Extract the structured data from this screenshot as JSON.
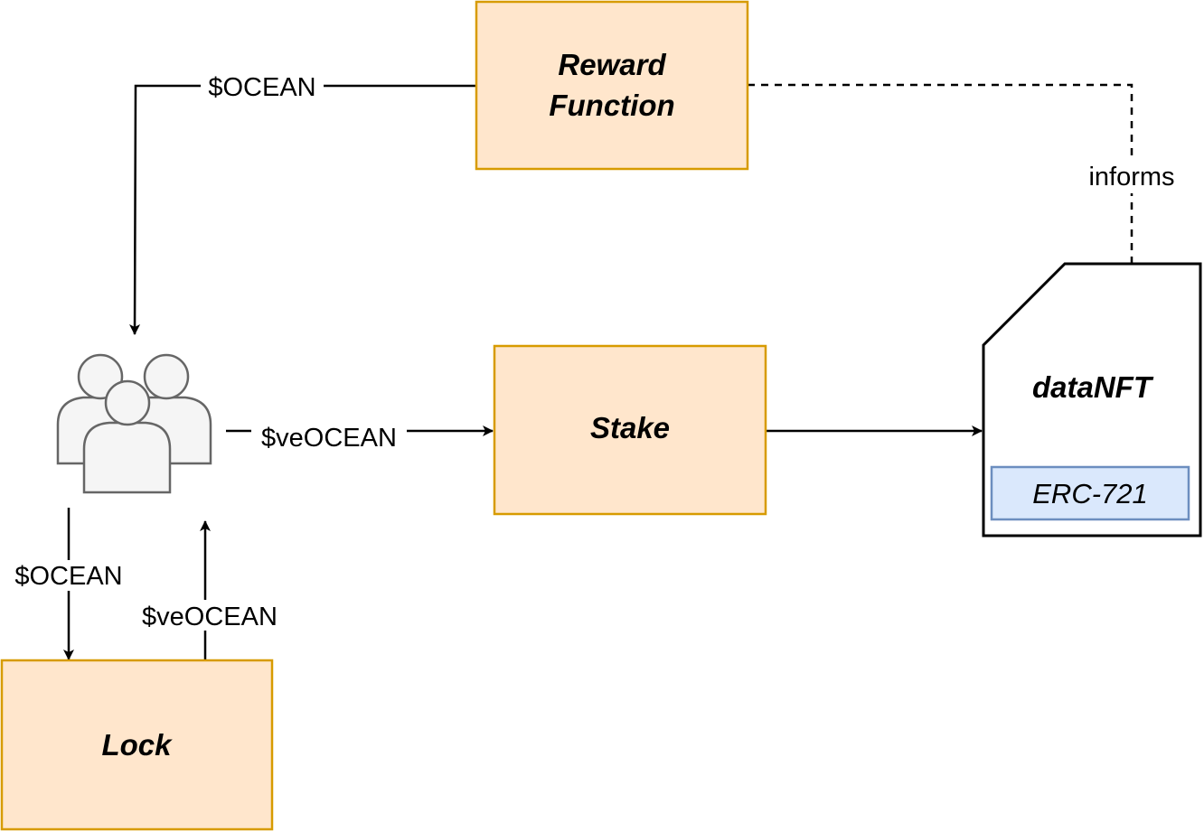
{
  "diagram": {
    "nodes": {
      "reward_function": {
        "line1": "Reward",
        "line2": "Function"
      },
      "stake": {
        "label": "Stake"
      },
      "lock": {
        "label": "Lock"
      },
      "data_nft": {
        "label": "dataNFT",
        "standard": "ERC-721"
      },
      "users": {
        "icon": "users-group-icon"
      }
    },
    "edges": {
      "reward_to_users": "$OCEAN",
      "users_to_stake": "$veOCEAN",
      "users_to_lock": "$OCEAN",
      "lock_to_users": "$veOCEAN",
      "nft_informs_reward": "informs"
    },
    "colors": {
      "process_fill": "#ffe6cc",
      "process_stroke": "#d79b00",
      "standard_fill": "#dae8fc",
      "standard_stroke": "#6c8ebf",
      "person_fill": "#f5f5f5",
      "person_stroke": "#666666"
    }
  }
}
